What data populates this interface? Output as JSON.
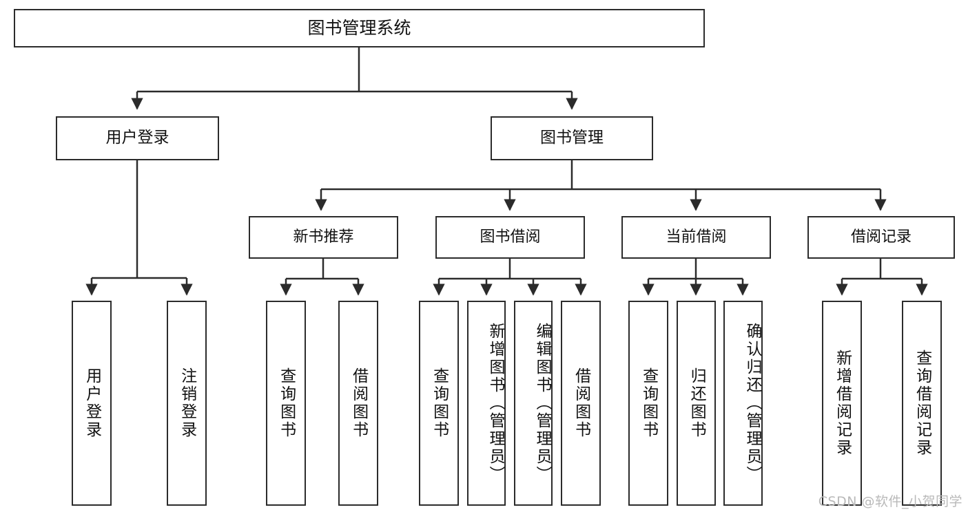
{
  "diagram": {
    "title": "图书管理系统",
    "type": "tree-hierarchy-chart",
    "nodes": {
      "root": {
        "label": "图书管理系统"
      },
      "level2": [
        {
          "label": "用户登录"
        },
        {
          "label": "图书管理"
        }
      ],
      "level3": [
        {
          "label": "新书推荐"
        },
        {
          "label": "图书借阅"
        },
        {
          "label": "当前借阅"
        },
        {
          "label": "借阅记录"
        }
      ],
      "leaves": {
        "user_login": [
          {
            "label": "用户登录"
          },
          {
            "label": "注销登录"
          }
        ],
        "new_book_recommend": [
          {
            "label": "查询图书"
          },
          {
            "label": "借阅图书"
          }
        ],
        "book_borrow": [
          {
            "label": "查询图书"
          },
          {
            "label": "新增图书（管理员）"
          },
          {
            "label": "编辑图书（管理员）"
          },
          {
            "label": "借阅图书"
          }
        ],
        "current_borrow": [
          {
            "label": "查询图书"
          },
          {
            "label": "归还图书"
          },
          {
            "label": "确认归还（管理员）"
          }
        ],
        "borrow_record": [
          {
            "label": "新增借阅记录"
          },
          {
            "label": "查询借阅记录"
          }
        ]
      }
    }
  },
  "watermark": {
    "text": "CSDN @软件_小贺同学"
  },
  "colors": {
    "border": "#2b2b2b",
    "text": "#111111",
    "background": "#ffffff",
    "watermark": "#b9b9b9"
  }
}
